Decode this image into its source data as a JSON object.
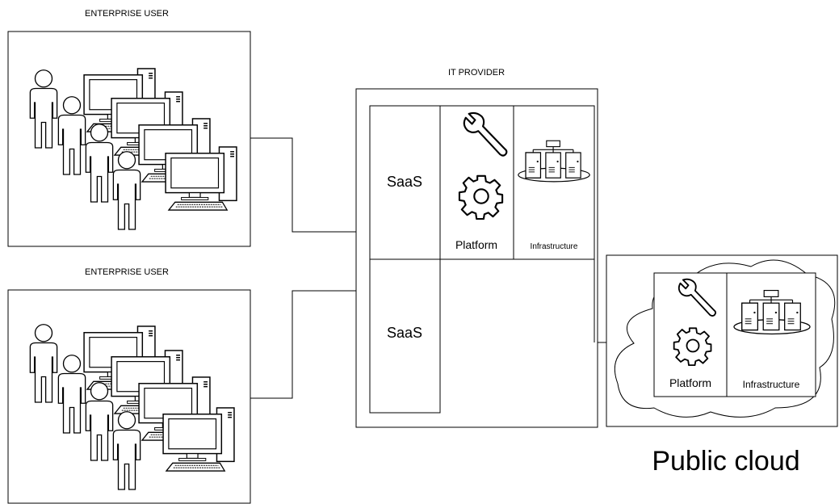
{
  "diagram": {
    "enterprise_user_top": {
      "label": "ENTERPRISE USER"
    },
    "enterprise_user_bottom": {
      "label": "ENTERPRISE USER"
    },
    "it_provider": {
      "label": "IT PROVIDER",
      "saas_top": "SaaS",
      "saas_bottom": "SaaS",
      "platform": "Platform",
      "infrastructure": "Infrastructure"
    },
    "public_cloud": {
      "label": "Public cloud",
      "platform": "Platform",
      "infrastructure": "Infrastructure"
    },
    "icons": [
      "person-icon",
      "computer-icon",
      "wrench-icon",
      "gear-icon",
      "server-icon"
    ],
    "colors": {
      "stroke": "#000000",
      "background": "#ffffff"
    }
  }
}
